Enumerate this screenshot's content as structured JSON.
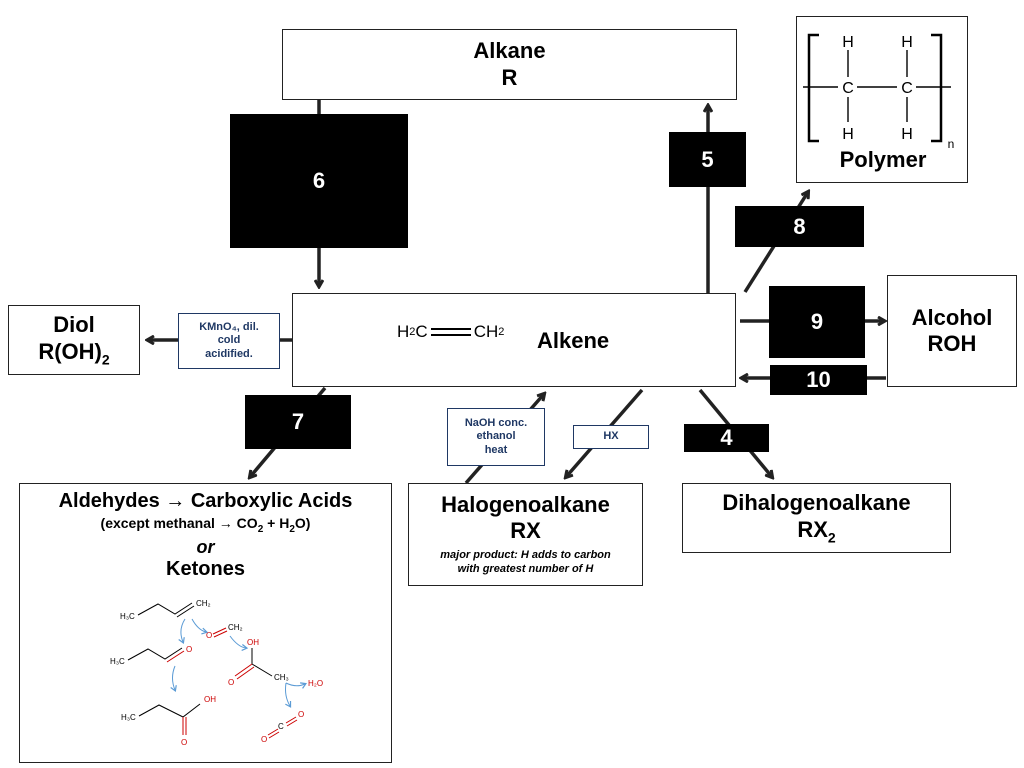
{
  "nodes": {
    "alkane": {
      "name": "Alkane",
      "formula": "R"
    },
    "alkene": {
      "name": "Alkene",
      "formula_left": "H",
      "formula_left_sub": "2",
      "formula_c1": "C",
      "formula_c2": "CH",
      "formula_right_sub": "2"
    },
    "diol": {
      "name": "Diol",
      "formula": "R(OH)",
      "formula_sub": "2"
    },
    "alcohol": {
      "name": "Alcohol",
      "formula": "ROH"
    },
    "polymer": {
      "name": "Polymer",
      "n": "n",
      "atom_h": "H",
      "atom_c": "C"
    },
    "halogenoalkane": {
      "name": "Halogenoalkane",
      "formula": "RX",
      "note_line1": "major product: H adds to carbon",
      "note_line2": "with greatest number of H"
    },
    "dihalogenoalkane": {
      "name": "Dihalogenoalkane",
      "formula": "RX",
      "formula_sub": "2"
    },
    "carbonyls": {
      "line1": "Aldehydes → Carboxylic Acids",
      "line2_a": "(except methanal → CO",
      "line2_sub1": "2",
      "line2_b": " + H",
      "line2_sub2": "2",
      "line2_c": "O)",
      "or": "or",
      "ketones": "Ketones",
      "mol": {
        "h3c": "H₃C",
        "ch2": "CH₂",
        "o": "O",
        "oh": "OH",
        "ch3": "CH₃",
        "h2o": "H₂O",
        "c": "C"
      }
    }
  },
  "conditions": {
    "kmno4_line1": "KMnO₄, dil.",
    "kmno4_line2": "cold",
    "kmno4_line3": "acidified.",
    "naoh_line1": "NaOH conc.",
    "naoh_line2": "ethanol",
    "naoh_line3": "heat",
    "hx": "HX"
  },
  "reaction_labels": {
    "r4": "4",
    "r5": "5",
    "r6": "6",
    "r7": "7",
    "r8": "8",
    "r9": "9",
    "r10": "10"
  },
  "colors": {
    "arrow": "#222222",
    "condition_border": "#1f3864",
    "oxygen_red": "#cc0000",
    "mol_arrow_blue": "#5b9bd5",
    "label_bg": "#000000"
  }
}
